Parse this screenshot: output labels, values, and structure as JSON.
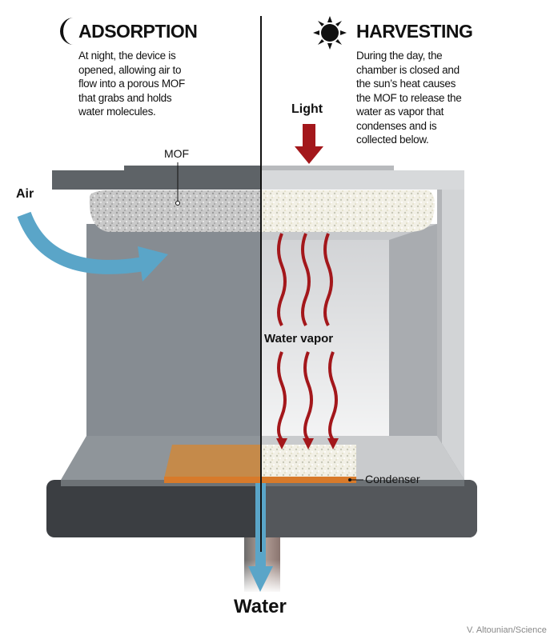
{
  "left_panel": {
    "icon": "moon-icon",
    "title": "ADSORPTION",
    "description": "At night, the device is opened, allowing air to flow into a porous MOF that grabs and holds water molecules."
  },
  "right_panel": {
    "icon": "sun-icon",
    "title": "HARVESTING",
    "description": "During the day, the chamber is closed and the sun’s heat causes the MOF to release the water as vapor that condenses and is collected below."
  },
  "labels": {
    "mof": "MOF",
    "air": "Air",
    "light": "Light",
    "water_vapor": "Water vapor",
    "condenser": "Condenser",
    "water": "Water"
  },
  "credit": "V. Altounian/Science",
  "colors": {
    "air_arrow": "#5aa5c8",
    "heat_arrow": "#a3171b",
    "condenser": "#d99a5a"
  }
}
